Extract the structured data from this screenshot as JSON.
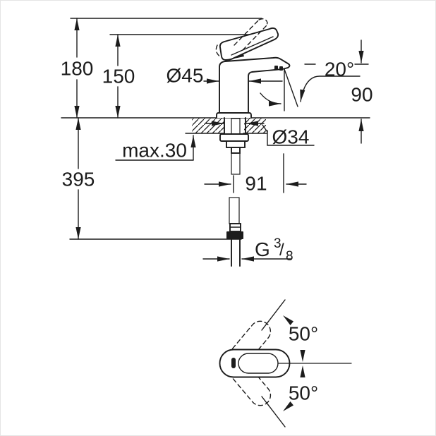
{
  "drawing": {
    "kind": "technical-dimension-drawing",
    "subject": "single-lever basin mixer, smooth body, flexible connection hoses",
    "views": {
      "front": {
        "dims": {
          "overall_height": "180",
          "lever_tip_height": "150",
          "body_diameter": "Ø45",
          "spray_angle": "20°",
          "spout_height": "90",
          "max_deck": "max.30",
          "hole_diameter": "Ø34",
          "below_deck_length": "395",
          "spout_reach": "91",
          "thread_g": "G",
          "thread_num": "3",
          "thread_slash": "/",
          "thread_den": "8"
        }
      },
      "top": {
        "dims": {
          "swivel_up": "50°",
          "swivel_down": "50°"
        }
      }
    },
    "colors": {
      "line": "#1c1c1c",
      "background": "#ffffff",
      "frame": "#e5e5e5"
    }
  }
}
